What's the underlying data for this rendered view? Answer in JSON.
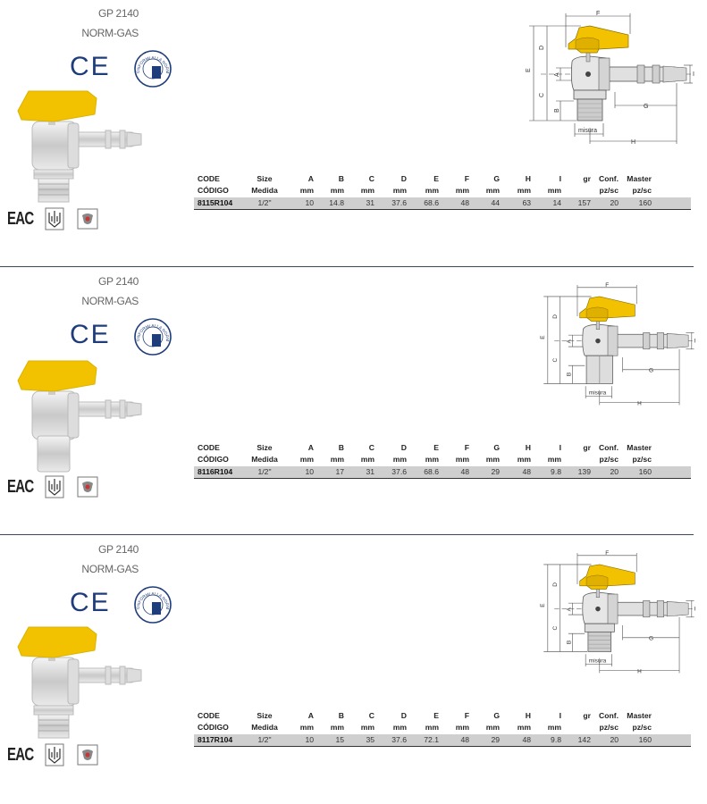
{
  "products": [
    {
      "series": "GP 2140",
      "norm": "NORM-GAS",
      "ce_mark": "CE",
      "badge_text": "CONFORMI ALLA NORMA",
      "eac_mark": "EAC",
      "thread": "male",
      "row": {
        "code": "8115R104",
        "size": "1/2\"",
        "A": "10",
        "B": "14.8",
        "C": "31",
        "D": "37.6",
        "E": "68.6",
        "F": "48",
        "G": "44",
        "H": "63",
        "I": "14",
        "gr": "157",
        "conf": "20",
        "master": "160"
      }
    },
    {
      "series": "GP 2140",
      "norm": "NORM-GAS",
      "ce_mark": "CE",
      "badge_text": "CONFORMI ALLA NORMA",
      "eac_mark": "EAC",
      "thread": "female",
      "row": {
        "code": "8116R104",
        "size": "1/2\"",
        "A": "10",
        "B": "17",
        "C": "31",
        "D": "37.6",
        "E": "68.6",
        "F": "48",
        "G": "29",
        "H": "48",
        "I": "9.8",
        "gr": "139",
        "conf": "20",
        "master": "160"
      }
    },
    {
      "series": "GP 2140",
      "norm": "NORM-GAS",
      "ce_mark": "CE",
      "badge_text": "CONFORMI ALLA NORMA",
      "eac_mark": "EAC",
      "thread": "male",
      "row": {
        "code": "8117R104",
        "size": "1/2\"",
        "A": "10",
        "B": "15",
        "C": "35",
        "D": "37.6",
        "E": "72.1",
        "F": "48",
        "G": "29",
        "H": "48",
        "I": "9.8",
        "gr": "142",
        "conf": "20",
        "master": "160"
      }
    }
  ],
  "table_headers": {
    "code": [
      "CODE",
      "CÓDIGO"
    ],
    "size": [
      "Size",
      "Medida"
    ],
    "A": [
      "A",
      "mm"
    ],
    "B": [
      "B",
      "mm"
    ],
    "C": [
      "C",
      "mm"
    ],
    "D": [
      "D",
      "mm"
    ],
    "E": [
      "E",
      "mm"
    ],
    "F": [
      "F",
      "mm"
    ],
    "G": [
      "G",
      "mm"
    ],
    "H": [
      "H",
      "mm"
    ],
    "I": [
      "I",
      "mm"
    ],
    "gr": [
      "gr",
      ""
    ],
    "conf": [
      "Conf.",
      "pz/sc"
    ],
    "master": [
      "Master",
      "pz/sc"
    ]
  },
  "diagram_labels": {
    "A": "A",
    "B": "B",
    "C": "C",
    "D": "D",
    "E": "E",
    "F": "F",
    "G": "G",
    "H": "H",
    "I": "I",
    "misura": "misura"
  },
  "colors": {
    "handle": "#f2c200",
    "ce": "#1f3d7a",
    "row_bg": "#cfcfcf",
    "divider": "#3a4a5c"
  }
}
